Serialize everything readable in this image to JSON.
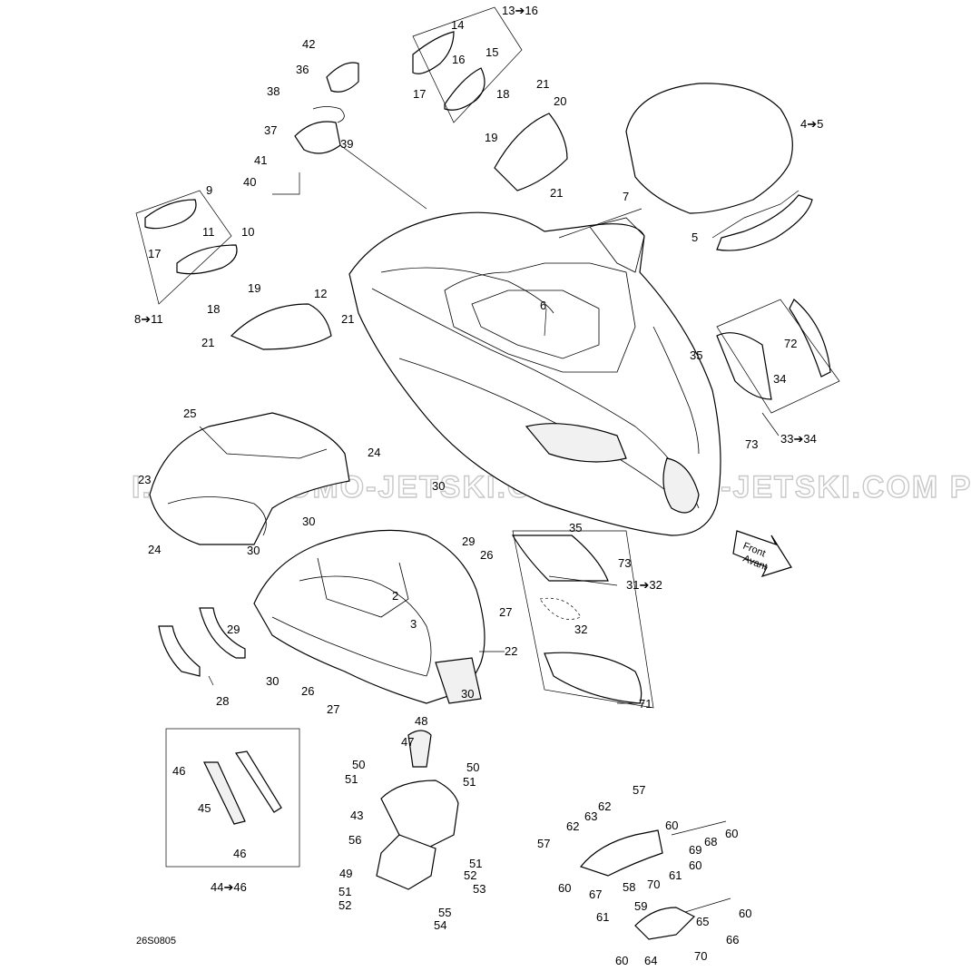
{
  "diagram": {
    "drawing_code": "26S0805",
    "watermark": "I.COM   PROMO-JETSKI.COM   PROMO-JETSKI.COM   PROMO-JETSKI.",
    "front_arrow": {
      "line1": "Front",
      "line2": "Avant"
    },
    "labels": [
      {
        "text": "13➔16"
      },
      {
        "text": "14"
      },
      {
        "text": "15"
      },
      {
        "text": "16"
      },
      {
        "text": "17"
      },
      {
        "text": "42"
      },
      {
        "text": "36"
      },
      {
        "text": "38"
      },
      {
        "text": "37"
      },
      {
        "text": "39"
      },
      {
        "text": "41"
      },
      {
        "text": "40"
      },
      {
        "text": "18"
      },
      {
        "text": "19"
      },
      {
        "text": "21"
      },
      {
        "text": "20"
      },
      {
        "text": "21"
      },
      {
        "text": "4➔5"
      },
      {
        "text": "7"
      },
      {
        "text": "5"
      },
      {
        "text": "9"
      },
      {
        "text": "11"
      },
      {
        "text": "10"
      },
      {
        "text": "17"
      },
      {
        "text": "19"
      },
      {
        "text": "18"
      },
      {
        "text": "12"
      },
      {
        "text": "8➔11"
      },
      {
        "text": "21"
      },
      {
        "text": "21"
      },
      {
        "text": "6"
      },
      {
        "text": "72"
      },
      {
        "text": "35"
      },
      {
        "text": "34"
      },
      {
        "text": "73"
      },
      {
        "text": "33➔34"
      },
      {
        "text": "25"
      },
      {
        "text": "24"
      },
      {
        "text": "23"
      },
      {
        "text": "30"
      },
      {
        "text": "24"
      },
      {
        "text": "30"
      },
      {
        "text": "29"
      },
      {
        "text": "30"
      },
      {
        "text": "35"
      },
      {
        "text": "26"
      },
      {
        "text": "73"
      },
      {
        "text": "31➔32"
      },
      {
        "text": "27"
      },
      {
        "text": "2"
      },
      {
        "text": "3"
      },
      {
        "text": "32"
      },
      {
        "text": "29"
      },
      {
        "text": "22"
      },
      {
        "text": "28"
      },
      {
        "text": "30"
      },
      {
        "text": "27"
      },
      {
        "text": "26"
      },
      {
        "text": "30"
      },
      {
        "text": "71"
      },
      {
        "text": "48"
      },
      {
        "text": "47"
      },
      {
        "text": "46"
      },
      {
        "text": "45"
      },
      {
        "text": "46"
      },
      {
        "text": "44➔46"
      },
      {
        "text": "50"
      },
      {
        "text": "51"
      },
      {
        "text": "50"
      },
      {
        "text": "51"
      },
      {
        "text": "43"
      },
      {
        "text": "56"
      },
      {
        "text": "51"
      },
      {
        "text": "52"
      },
      {
        "text": "49"
      },
      {
        "text": "53"
      },
      {
        "text": "51"
      },
      {
        "text": "52"
      },
      {
        "text": "55"
      },
      {
        "text": "54"
      },
      {
        "text": "57"
      },
      {
        "text": "62"
      },
      {
        "text": "63"
      },
      {
        "text": "62"
      },
      {
        "text": "60"
      },
      {
        "text": "60"
      },
      {
        "text": "57"
      },
      {
        "text": "68"
      },
      {
        "text": "69"
      },
      {
        "text": "60"
      },
      {
        "text": "60"
      },
      {
        "text": "67"
      },
      {
        "text": "70"
      },
      {
        "text": "61"
      },
      {
        "text": "58"
      },
      {
        "text": "59"
      },
      {
        "text": "65"
      },
      {
        "text": "60"
      },
      {
        "text": "61"
      },
      {
        "text": "66"
      },
      {
        "text": "60"
      },
      {
        "text": "64"
      },
      {
        "text": "70"
      }
    ]
  }
}
